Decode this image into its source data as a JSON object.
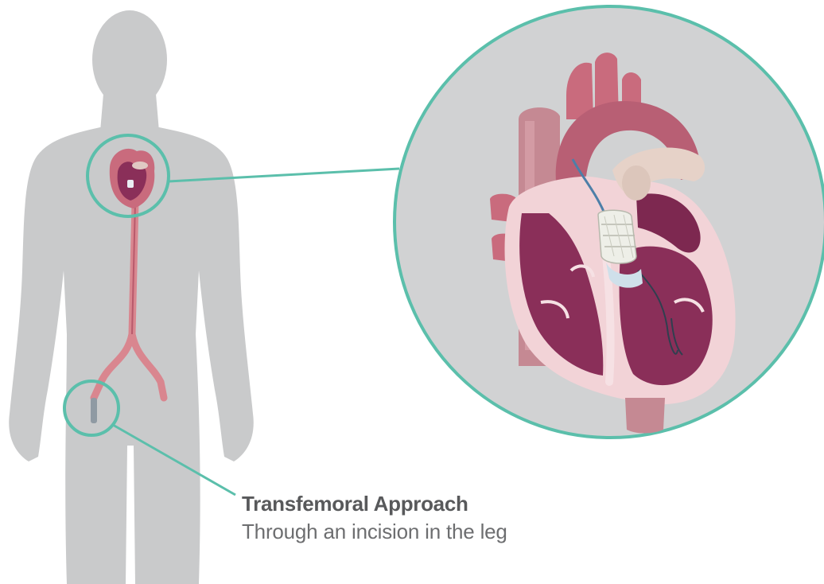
{
  "callout": {
    "title": "Transfemoral Approach",
    "subtitle": "Through an incision in the leg"
  },
  "colors": {
    "body_silhouette": "#c9cacb",
    "zoom_circle_fill": "#d1d2d3",
    "accent_teal": "#5bbfab",
    "heart_outer": "#c96b7d",
    "heart_chamber": "#8a2f59",
    "heart_wall": "#f2d3d7",
    "artery": "#d9868f",
    "text": "#58595b"
  },
  "icons": {
    "human_figure": "human-silhouette",
    "heart": "heart-cross-section",
    "valve": "transcatheter-valve",
    "catheter": "catheter-sheath"
  }
}
